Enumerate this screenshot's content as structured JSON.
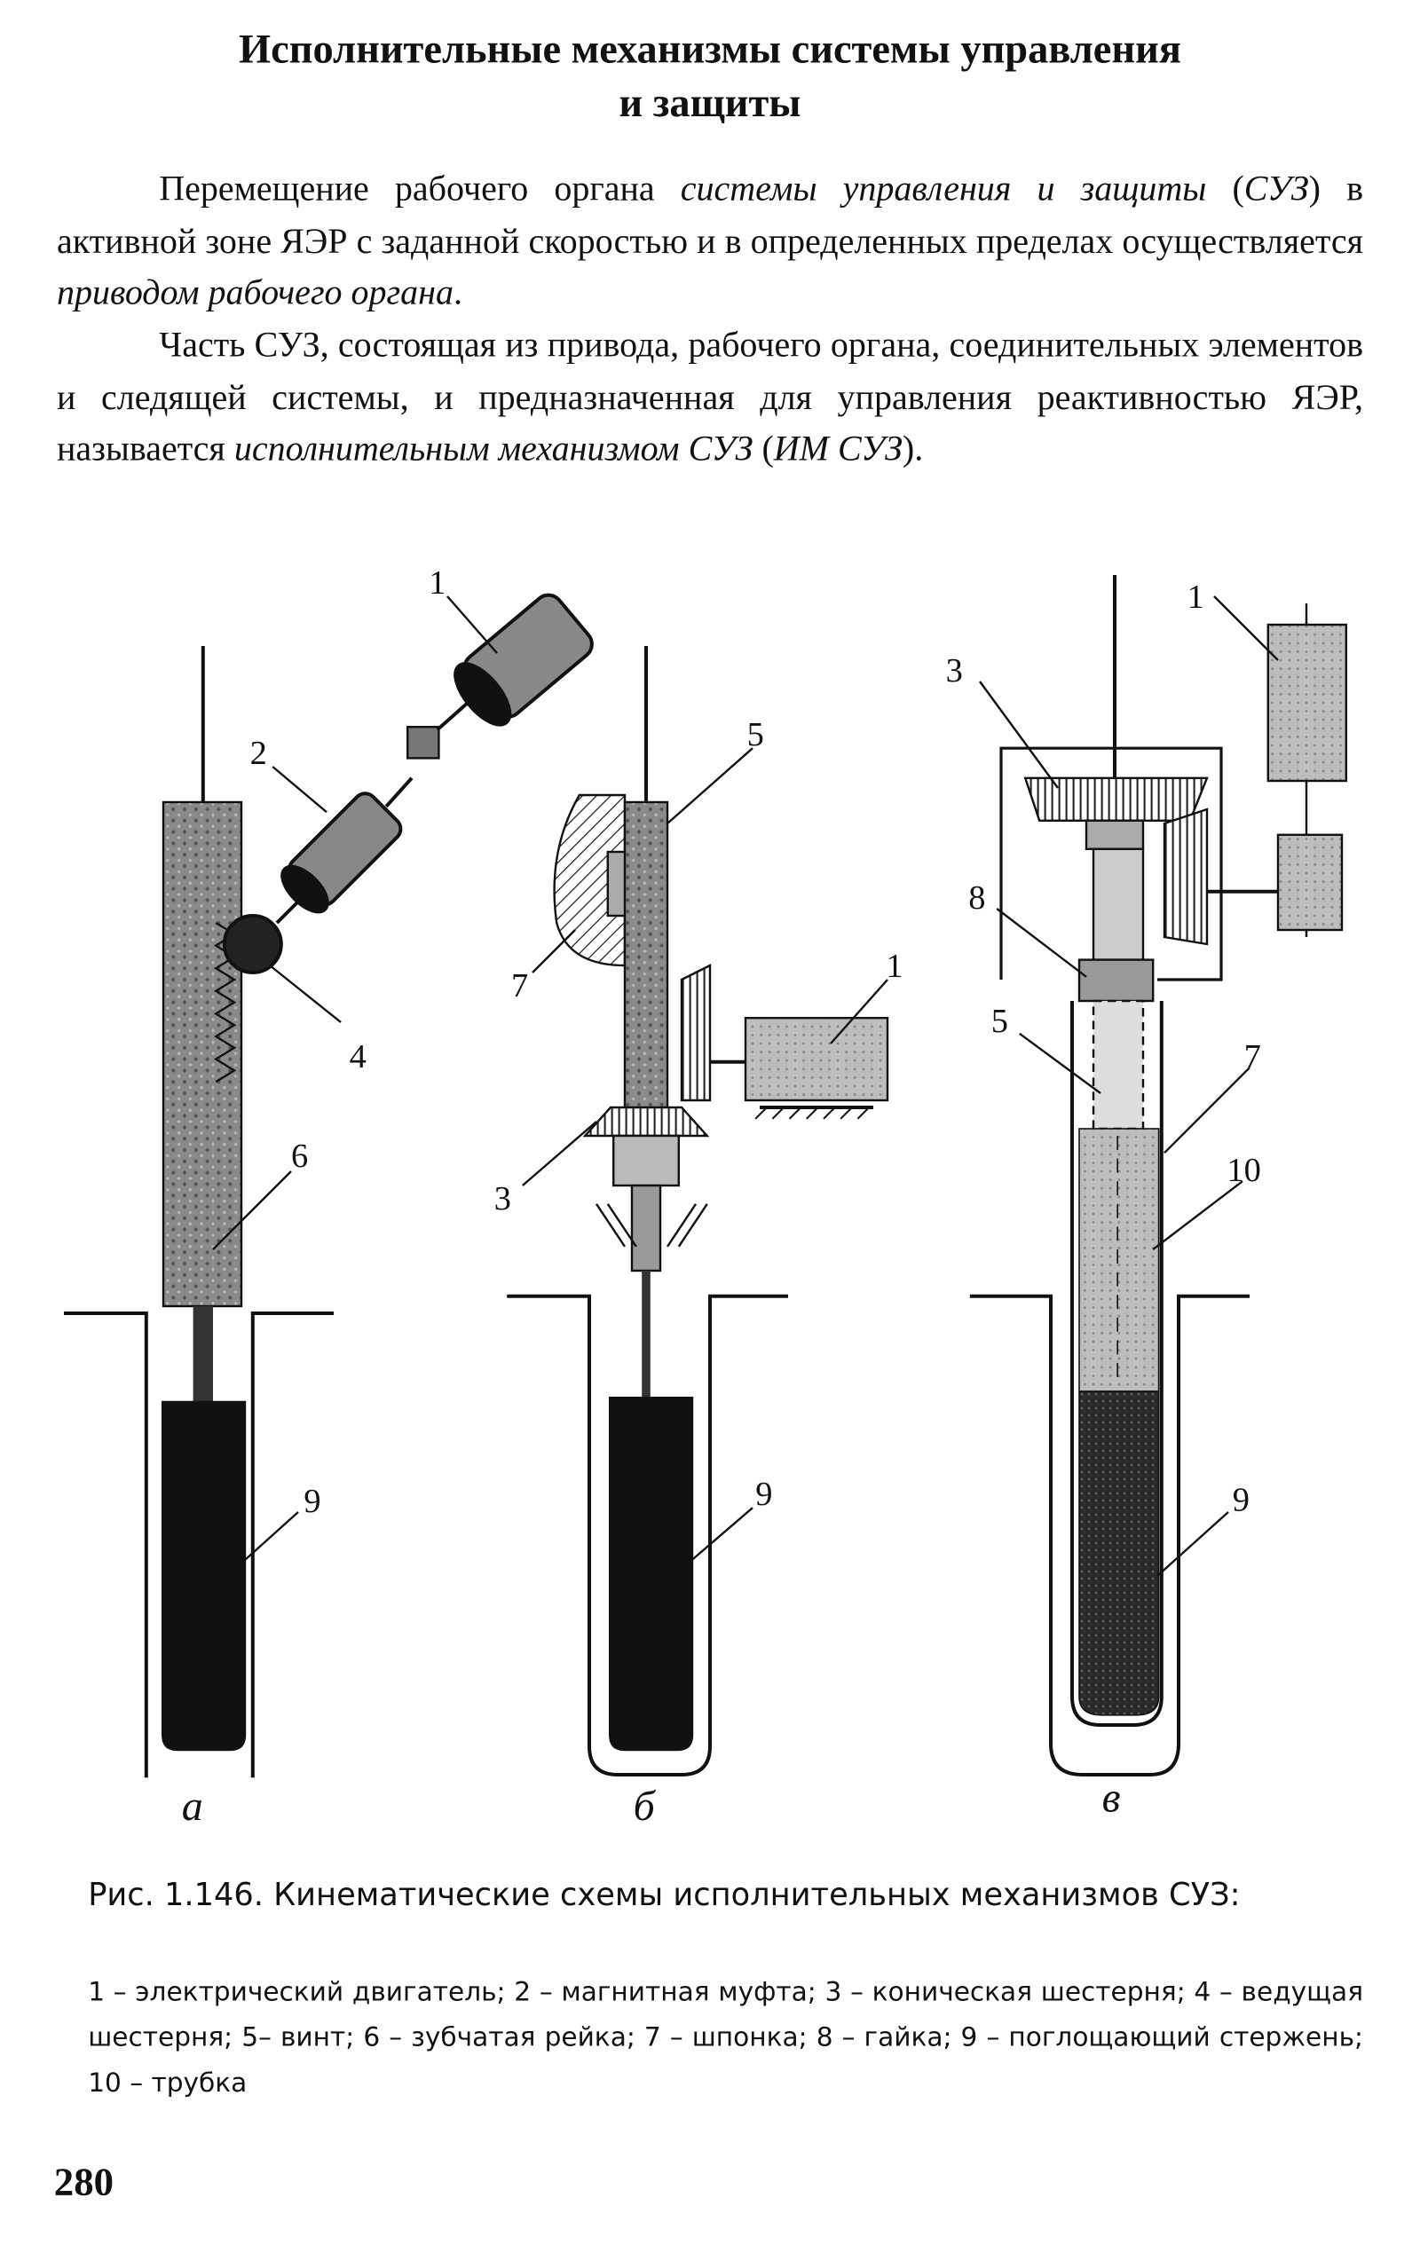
{
  "title": {
    "line1": "Исполнительные механизмы системы управления",
    "line2": "и защиты"
  },
  "paragraphs": [
    {
      "segments": [
        {
          "text": "Перемещение рабочего органа ",
          "italic": false
        },
        {
          "text": "системы управления и защиты",
          "italic": true
        },
        {
          "text": " (",
          "italic": false
        },
        {
          "text": "СУЗ",
          "italic": true
        },
        {
          "text": ") в активной зоне ЯЭР с заданной скоростью и в определенных пределах осуществляется ",
          "italic": false
        },
        {
          "text": "приводом рабочего органа",
          "italic": true
        },
        {
          "text": ".",
          "italic": false
        }
      ]
    },
    {
      "segments": [
        {
          "text": "Часть СУЗ, состоящая из привода, рабочего органа, соединительных элементов и следящей системы, и предназначенная для управления реактивностью ЯЭР, называется ",
          "italic": false
        },
        {
          "text": "исполнительным механизмом СУЗ",
          "italic": true
        },
        {
          "text": " (",
          "italic": false
        },
        {
          "text": "ИМ СУЗ",
          "italic": true
        },
        {
          "text": ").",
          "italic": false
        }
      ]
    }
  ],
  "figure": {
    "a": {
      "subfig": "а",
      "labels": [
        "1",
        "2",
        "4",
        "6",
        "9"
      ]
    },
    "b": {
      "subfig": "б",
      "labels": [
        "5",
        "7",
        "1",
        "3",
        "9"
      ]
    },
    "c": {
      "subfig": "в",
      "labels": [
        "1",
        "3",
        "8",
        "5",
        "7",
        "10",
        "9"
      ]
    }
  },
  "caption": {
    "title": "Рис. 1.146. Кинематические схемы исполнительных механизмов СУЗ:",
    "legend": "1 – электрический двигатель; 2 – магнитная муфта; 3 – коническая шестерня; 4 – ведущая шестерня; 5– винт; 6 – зубчатая рейка; 7 – шпонка; 8 – гайка; 9 – поглощающий стержень; 10 – трубка"
  },
  "page_number": "280"
}
